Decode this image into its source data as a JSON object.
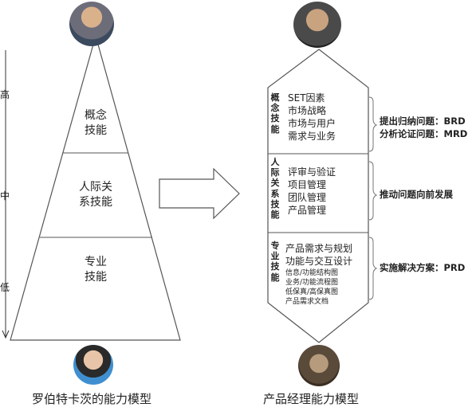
{
  "left_model": {
    "caption": "罗伯特卡茨的能力模型",
    "levels": {
      "high": "高",
      "mid": "中",
      "low": "低"
    },
    "tiers": [
      {
        "line1": "概念",
        "line2": "技能"
      },
      {
        "line1": "人际关",
        "line2": "系技能"
      },
      {
        "line1": "专业",
        "line2": "技能"
      }
    ]
  },
  "right_model": {
    "caption": "产品经理能力模型",
    "sections": [
      {
        "label": [
          "概",
          "念",
          "技",
          "能"
        ],
        "skills": [
          "SET因素",
          "市场战略",
          "市场与用户",
          "需求与业务"
        ],
        "notes": [
          "提出归纳问题：BRD",
          "分析论证问题：MRD"
        ]
      },
      {
        "label": [
          "人",
          "际",
          "关",
          "系",
          "技",
          "能"
        ],
        "skills": [
          "评审与验证",
          "项目管理",
          "团队管理",
          "产品管理"
        ],
        "notes": [
          "推动问题向前发展"
        ]
      },
      {
        "label": [
          "专",
          "业",
          "技",
          "能"
        ],
        "skills": [
          "产品需求与规划",
          "功能与交互设计"
        ],
        "small_skills": [
          "信息/功能结构图",
          "业务/功能流程图",
          "低保真/高保真图",
          "产品需求文档"
        ],
        "notes": [
          "实施解决方案：PRD"
        ]
      }
    ]
  },
  "colors": {
    "line": "#555555",
    "text": "#222222"
  }
}
